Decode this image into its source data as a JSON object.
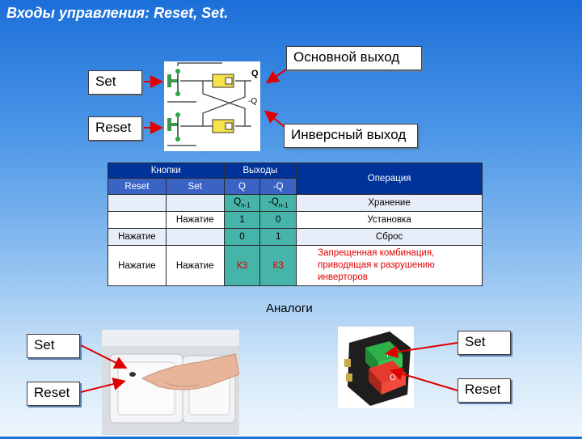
{
  "title": "Входы управления: Reset, Set.",
  "labels": {
    "main_output": "Основной выход",
    "inverse_output": "Инверсный выход",
    "set": "Set",
    "reset": "Reset"
  },
  "circuit": {
    "q": "Q",
    "not_q": "-Q"
  },
  "table": {
    "group_buttons": "Кнопки",
    "group_outputs": "Выходы",
    "col_operation": "Операция",
    "sub_reset": "Reset",
    "sub_set": "Set",
    "sub_q": "Q",
    "sub_notq": "-Q",
    "rows": [
      {
        "reset": "",
        "set": "",
        "q": "Q",
        "q_sub": "n-1",
        "nq": "-Q",
        "nq_sub": "n-1",
        "op": "Хранение"
      },
      {
        "reset": "",
        "set": "Нажатие",
        "q": "1",
        "q_sub": "",
        "nq": "0",
        "nq_sub": "",
        "op": "Установка"
      },
      {
        "reset": "Нажатие",
        "set": "",
        "q": "0",
        "q_sub": "",
        "nq": "1",
        "nq_sub": "",
        "op": "Сброс"
      },
      {
        "reset": "Нажатие",
        "set": "Нажатие",
        "q": "КЗ",
        "q_sub": "",
        "nq": "КЗ",
        "nq_sub": "",
        "op_lines": [
          "Запрещенная комбинация,",
          "приводящая к разрушению",
          "инверторов"
        ]
      }
    ]
  },
  "analogs": "Аналоги",
  "colors": {
    "header": "#003399",
    "accent_red": "#e00000",
    "teal": "#46b4a8"
  }
}
